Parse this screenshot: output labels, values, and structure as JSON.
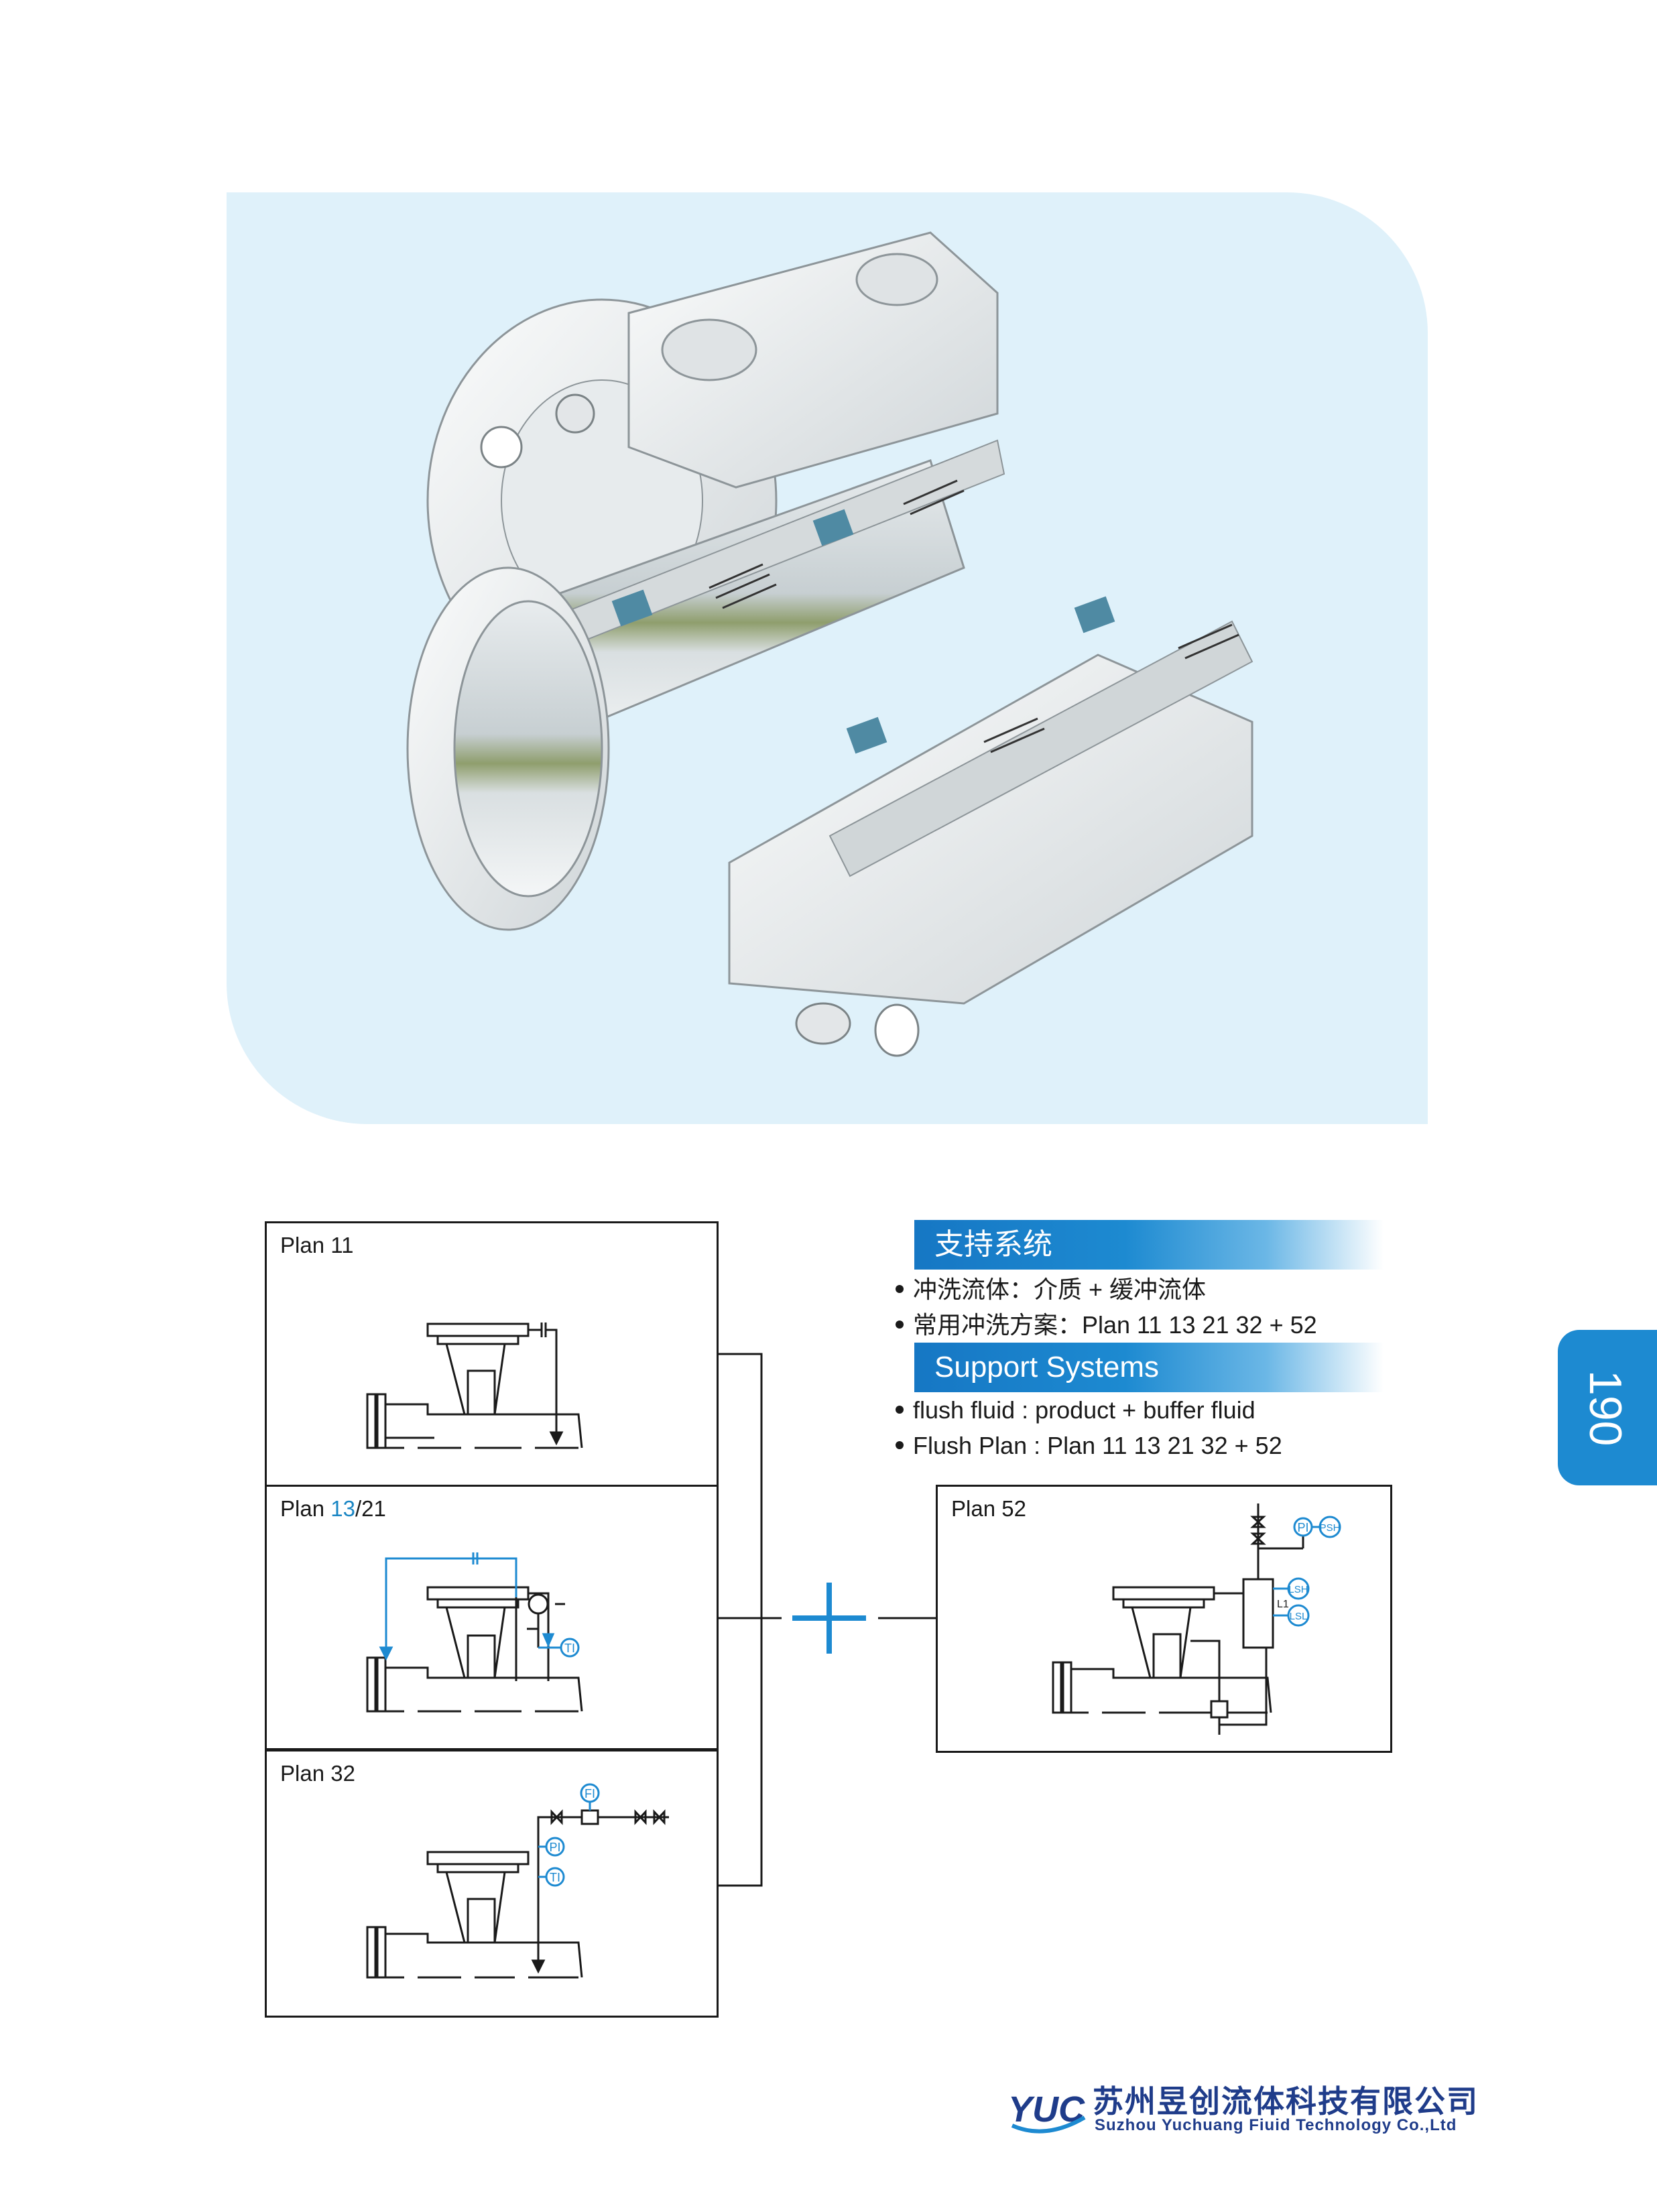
{
  "page_number": "190",
  "plans": [
    {
      "title_prefix": "Plan ",
      "title_num": "11",
      "title_suffix": ""
    },
    {
      "title_prefix": "Plan ",
      "title_num": "13",
      "title_suffix": "/21"
    },
    {
      "title_prefix": "Plan ",
      "title_num": "32",
      "title_suffix": ""
    },
    {
      "title_prefix": "Plan ",
      "title_num": "52",
      "title_suffix": ""
    }
  ],
  "support_cn": {
    "heading": "支持系统",
    "items": [
      "冲洗流体：介质 + 缓冲流体",
      "常用冲洗方案：Plan 11 13 21 32 + 52"
    ]
  },
  "support_en": {
    "heading": "Support Systems",
    "items": [
      "flush fluid : product + buffer fluid",
      "Flush Plan : Plan 11 13 21 32 + 52"
    ]
  },
  "instruments": {
    "ti": "TI",
    "pi": "PI",
    "fi": "FI",
    "psh": "PSH",
    "lsh": "LSH",
    "lsl": "LSL",
    "l1": "L1"
  },
  "company": {
    "logo_text": "YUC",
    "name_cn": "苏州昱创流体科技有限公司",
    "name_en": "Suzhou Yuchuang Fiuid Technology Co.,Ltd"
  },
  "colors": {
    "accent": "#1d8ad1",
    "hero_bg": "#dff1fa",
    "brand": "#1f3c8a"
  }
}
